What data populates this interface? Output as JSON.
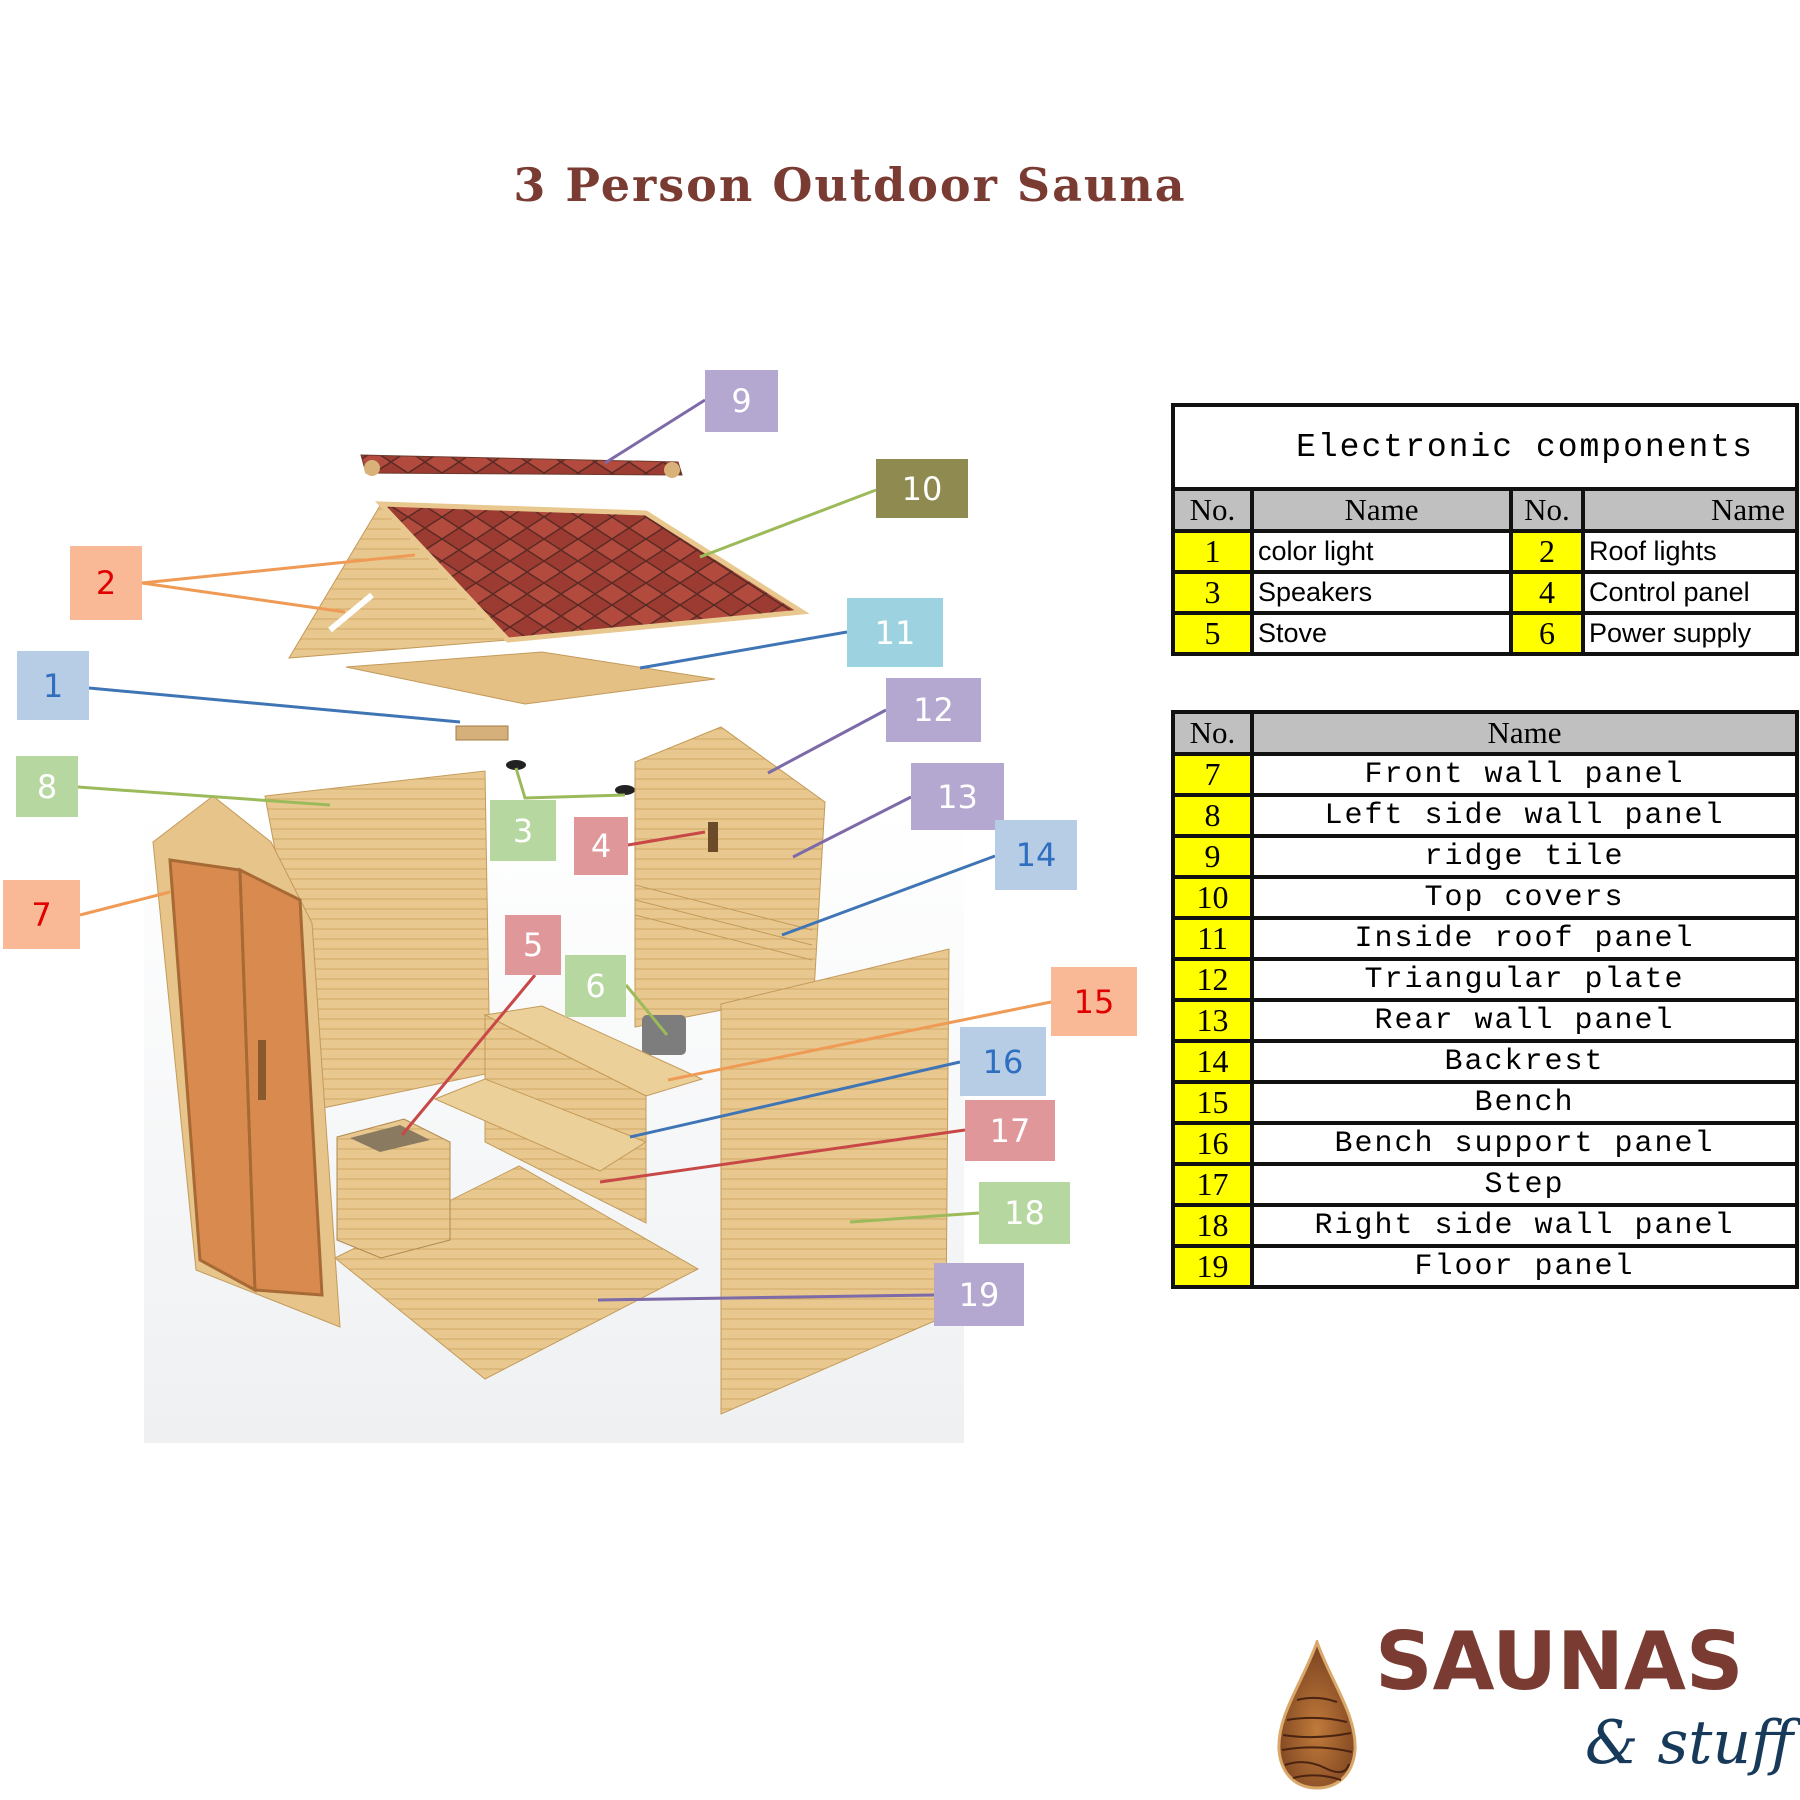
{
  "title": "3 Person Outdoor Sauna",
  "electronic_table": {
    "caption": "Electronic components",
    "headers": [
      "No.",
      "Name",
      "No.",
      "Name"
    ],
    "rows": [
      [
        {
          "no": "1",
          "name": "color light"
        },
        {
          "no": "2",
          "name": "Roof lights"
        }
      ],
      [
        {
          "no": "3",
          "name": "Speakers"
        },
        {
          "no": "4",
          "name": "Control panel"
        }
      ],
      [
        {
          "no": "5",
          "name": "Stove"
        },
        {
          "no": "6",
          "name": "Power supply"
        }
      ]
    ]
  },
  "parts_table": {
    "headers": [
      "No.",
      "Name"
    ],
    "rows": [
      {
        "no": "7",
        "name": "Front wall panel"
      },
      {
        "no": "8",
        "name": "Left side wall panel"
      },
      {
        "no": "9",
        "name": "ridge tile"
      },
      {
        "no": "10",
        "name": "Top covers"
      },
      {
        "no": "11",
        "name": "Inside roof panel"
      },
      {
        "no": "12",
        "name": "Triangular plate"
      },
      {
        "no": "13",
        "name": "Rear wall panel"
      },
      {
        "no": "14",
        "name": "Backrest"
      },
      {
        "no": "15",
        "name": "Bench"
      },
      {
        "no": "16",
        "name": "Bench support panel"
      },
      {
        "no": "17",
        "name": "Step"
      },
      {
        "no": "18",
        "name": "Right side wall panel"
      },
      {
        "no": "19",
        "name": "Floor panel"
      }
    ]
  },
  "callouts": [
    "9",
    "10",
    "2",
    "11",
    "1",
    "12",
    "8",
    "3",
    "4",
    "13",
    "14",
    "7",
    "5",
    "6",
    "15",
    "16",
    "17",
    "18",
    "19"
  ],
  "colors": {
    "title": "#7a3b32",
    "purple": "#b4a7d0",
    "olive": "#8e8a50",
    "orange": "#f9b996",
    "cyan": "#9dd3e0",
    "blue": "#b7cce5",
    "green": "#b7d7a0",
    "red": "#e0979a",
    "yellow": "#ffff00"
  },
  "logo": {
    "brand": "SAUNAS",
    "sub": "& stuff"
  }
}
